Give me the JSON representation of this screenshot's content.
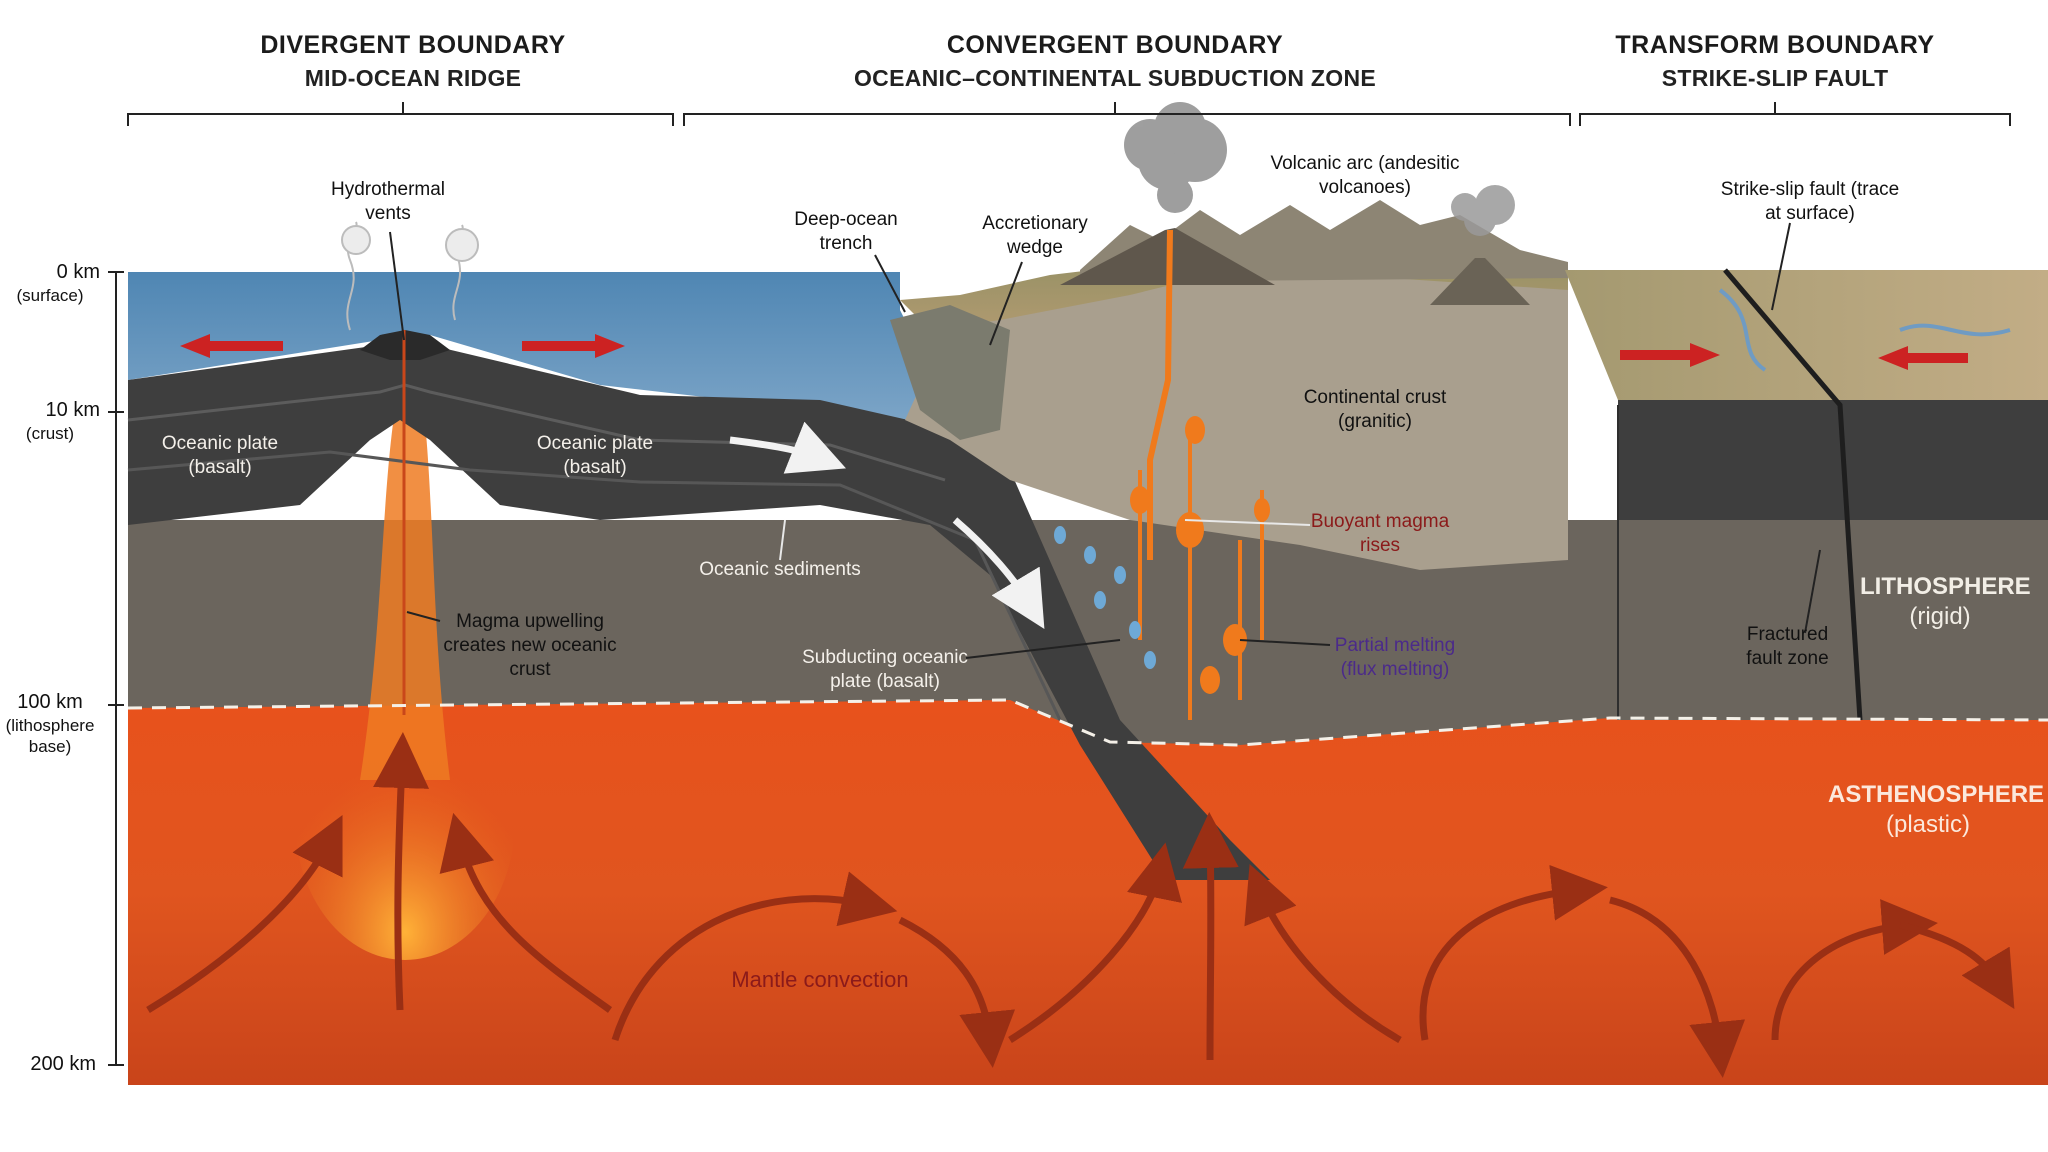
{
  "sections": [
    {
      "title": "DIVERGENT BOUNDARY",
      "subtitle": "MID-OCEAN RIDGE"
    },
    {
      "title": "CONVERGENT BOUNDARY",
      "subtitle": "OCEANIC–CONTINENTAL SUBDUCTION ZONE"
    },
    {
      "title": "TRANSFORM BOUNDARY",
      "subtitle": "STRIKE-SLIP FAULT"
    }
  ],
  "depth_scale": [
    {
      "value": "0 km",
      "note": "(surface)"
    },
    {
      "value": "10 km",
      "note": "(crust)"
    },
    {
      "value": "100 km",
      "note": "(lithosphere base)"
    },
    {
      "value": "200 km",
      "note": ""
    }
  ],
  "labels": {
    "hydrothermal_vents": "Hydrothermal vents",
    "oceanic_plate_left": "Oceanic plate (basalt)",
    "oceanic_plate_right": "Oceanic plate (basalt)",
    "magma_upwelling": "Magma upwelling creates new oceanic crust",
    "deep_ocean_trench": "Deep-ocean trench",
    "accretionary_wedge": "Accretionary wedge",
    "oceanic_sediments": "Oceanic sediments",
    "subducting_plate": "Subducting oceanic plate (basalt)",
    "volcanic_arc": "Volcanic arc (andesitic volcanoes)",
    "continental_crust": "Continental crust (granitic)",
    "buoyant_magma": "Buoyant magma rises",
    "partial_melting": "Partial melting (flux melting)",
    "strike_slip_fault": "Strike-slip fault (trace at surface)",
    "fractured_zone": "Fractured fault zone",
    "lithosphere": "LITHOSPHERE",
    "lithosphere_note": "(rigid)",
    "asthenosphere": "ASTHENOSPHERE",
    "asthenosphere_note": "(plastic)",
    "mantle_convection": "Mantle convection"
  },
  "colors": {
    "ocean": "#5b8fb8",
    "oceanic_crust": "#3e3e3e",
    "lithosphere_mantle": "#6b655d",
    "continental_crust": "#a99f8e",
    "asthenosphere": "#e0531f",
    "magma": "#f07a1c",
    "plate_motion_arrow": "#cc2222",
    "convection_arrow": "#9a2f14",
    "magma_label": "#8b1a1a",
    "melting_label": "#4b2a8a"
  },
  "icons": [
    "plate-motion-arrow",
    "convection-arrow",
    "steam-plume",
    "volcano-icon",
    "water-droplet-icon"
  ]
}
